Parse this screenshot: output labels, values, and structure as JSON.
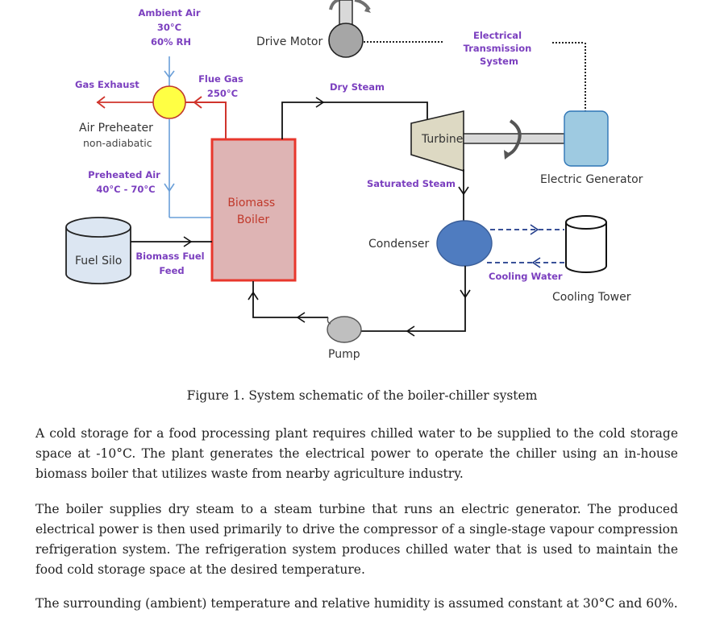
{
  "diagram": {
    "labels": {
      "ambient_air": [
        "Ambient Air",
        "30°C",
        "60% RH"
      ],
      "gas_exhaust": "Gas Exhaust",
      "flue_gas": [
        "Flue Gas",
        "250°C"
      ],
      "air_preheater": "Air Preheater",
      "air_preheater_sub": "non-adiabatic",
      "preheated_air": [
        "Preheated Air",
        "40°C - 70°C"
      ],
      "drive_motor": "Drive Motor",
      "dry_steam": "Dry Steam",
      "electrical_transmission": [
        "Electrical",
        "Transmission",
        "System"
      ],
      "turbine": "Turbine",
      "saturated_steam": "Saturated Steam",
      "electric_generator": "Electric Generator",
      "biomass_boiler": [
        "Biomass",
        "Boiler"
      ],
      "fuel_silo": "Fuel Silo",
      "biomass_fuel_feed": [
        "Biomass Fuel",
        "Feed"
      ],
      "condenser": "Condenser",
      "cooling_water": "Cooling Water",
      "cooling_tower": "Cooling Tower",
      "pump": "Pump"
    },
    "colors": {
      "air_line": "#6a9fd8",
      "flue_line": "#d0342c",
      "preheater_fill": "#ffff44",
      "boiler_fill": "#deb4b4",
      "boiler_border": "#e8372c",
      "turbine_fill": "#ddd9c3",
      "generator_fill": "#9ecae1",
      "condenser_fill": "#4f7cc0",
      "cooling_water_line": "#1f3a8a",
      "motor_fill": "#a6a6a6",
      "silo_fill": "#dce6f2"
    }
  },
  "caption": "Figure 1. System schematic of the boiler-chiller system",
  "paragraphs": [
    "A cold storage for a food processing plant requires chilled water to be supplied to the cold storage space at -10°C. The plant generates the electrical power to operate the chiller using an in-house biomass boiler that utilizes waste from nearby agriculture industry.",
    "The boiler supplies dry steam to a steam turbine that runs an electric generator. The produced electrical power is then used primarily to drive the compressor of a single-stage vapour compression refrigeration system. The refrigeration system produces chilled water that is used to maintain the food cold storage space at the desired temperature.",
    "The surrounding (ambient) temperature and relative humidity is assumed constant at 30°C and 60%."
  ]
}
